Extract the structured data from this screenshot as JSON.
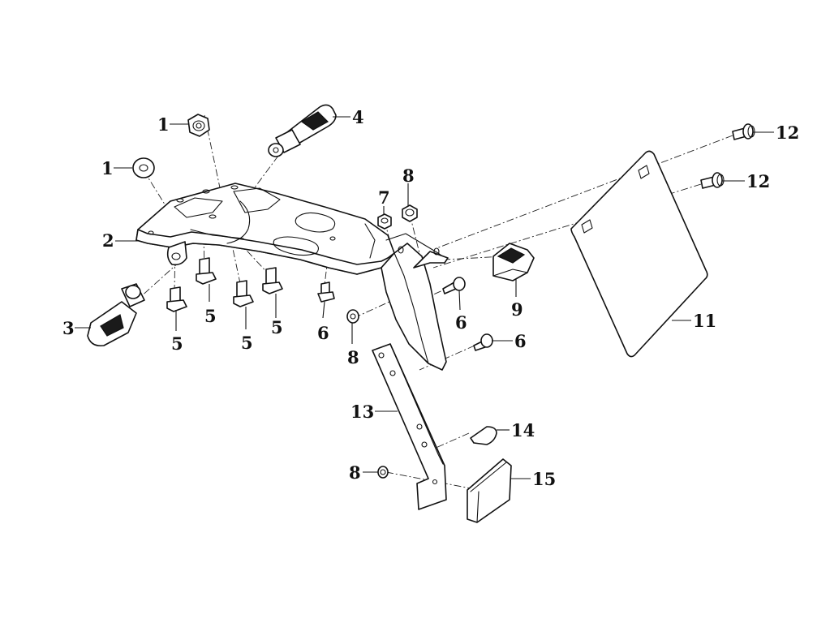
{
  "callouts": [
    {
      "id": "c1a",
      "text": "1"
    },
    {
      "id": "c1b",
      "text": "1"
    },
    {
      "id": "c2",
      "text": "2"
    },
    {
      "id": "c3",
      "text": "3"
    },
    {
      "id": "c4",
      "text": "4"
    },
    {
      "id": "c5a",
      "text": "5"
    },
    {
      "id": "c5b",
      "text": "5"
    },
    {
      "id": "c5c",
      "text": "5"
    },
    {
      "id": "c5d",
      "text": "5"
    },
    {
      "id": "c6a",
      "text": "6"
    },
    {
      "id": "c6b",
      "text": "6"
    },
    {
      "id": "c6c",
      "text": "6"
    },
    {
      "id": "c7",
      "text": "7"
    },
    {
      "id": "c8a",
      "text": "8"
    },
    {
      "id": "c8b",
      "text": "8"
    },
    {
      "id": "c8c",
      "text": "8"
    },
    {
      "id": "c9",
      "text": "9"
    },
    {
      "id": "c11",
      "text": "11"
    },
    {
      "id": "c12a",
      "text": "12"
    },
    {
      "id": "c12b",
      "text": "12"
    },
    {
      "id": "c13",
      "text": "13"
    },
    {
      "id": "c14",
      "text": "14"
    },
    {
      "id": "c15",
      "text": "15"
    }
  ]
}
